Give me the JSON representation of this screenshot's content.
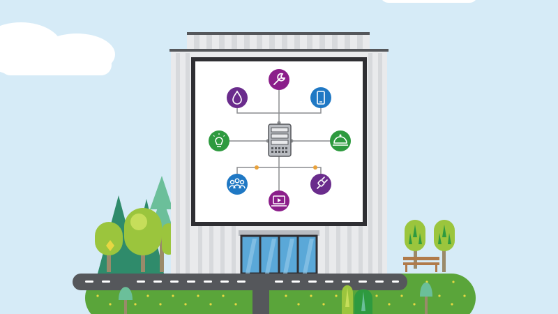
{
  "colors": {
    "sky": "#d6ebf7",
    "cloud": "#ffffff",
    "building": "#e9eaec",
    "building_stripe": "#d7d9dc",
    "building_dark": "#b9bcc1",
    "board_frame": "#2f2f33",
    "board": "#ffffff",
    "line": "#8a8c8f",
    "purple": "#6a2c8c",
    "magenta": "#8b1e8a",
    "blue": "#1f78c4",
    "green": "#2e9a3f",
    "accent": "#e9a23b",
    "glass": "#5aa8d8",
    "road": "#55575b",
    "grass": "#5aa53a",
    "grass_dot": "#e7d742",
    "tree_light": "#9bc53d",
    "tree_dark": "#2f8b6b",
    "tree_teal": "#6bbf9a",
    "trunk": "#9a8a6a",
    "bench": "#b07a4a"
  },
  "hub": {
    "icons": [
      {
        "name": "water-drop-icon",
        "color": "purple"
      },
      {
        "name": "wrench-icon",
        "color": "magenta"
      },
      {
        "name": "smartphone-icon",
        "color": "blue"
      },
      {
        "name": "light-bulb-icon",
        "color": "green"
      },
      {
        "name": "food-cloche-icon",
        "color": "green"
      },
      {
        "name": "people-group-icon",
        "color": "blue"
      },
      {
        "name": "laptop-icon",
        "color": "magenta"
      },
      {
        "name": "power-plug-icon",
        "color": "purple"
      }
    ]
  }
}
